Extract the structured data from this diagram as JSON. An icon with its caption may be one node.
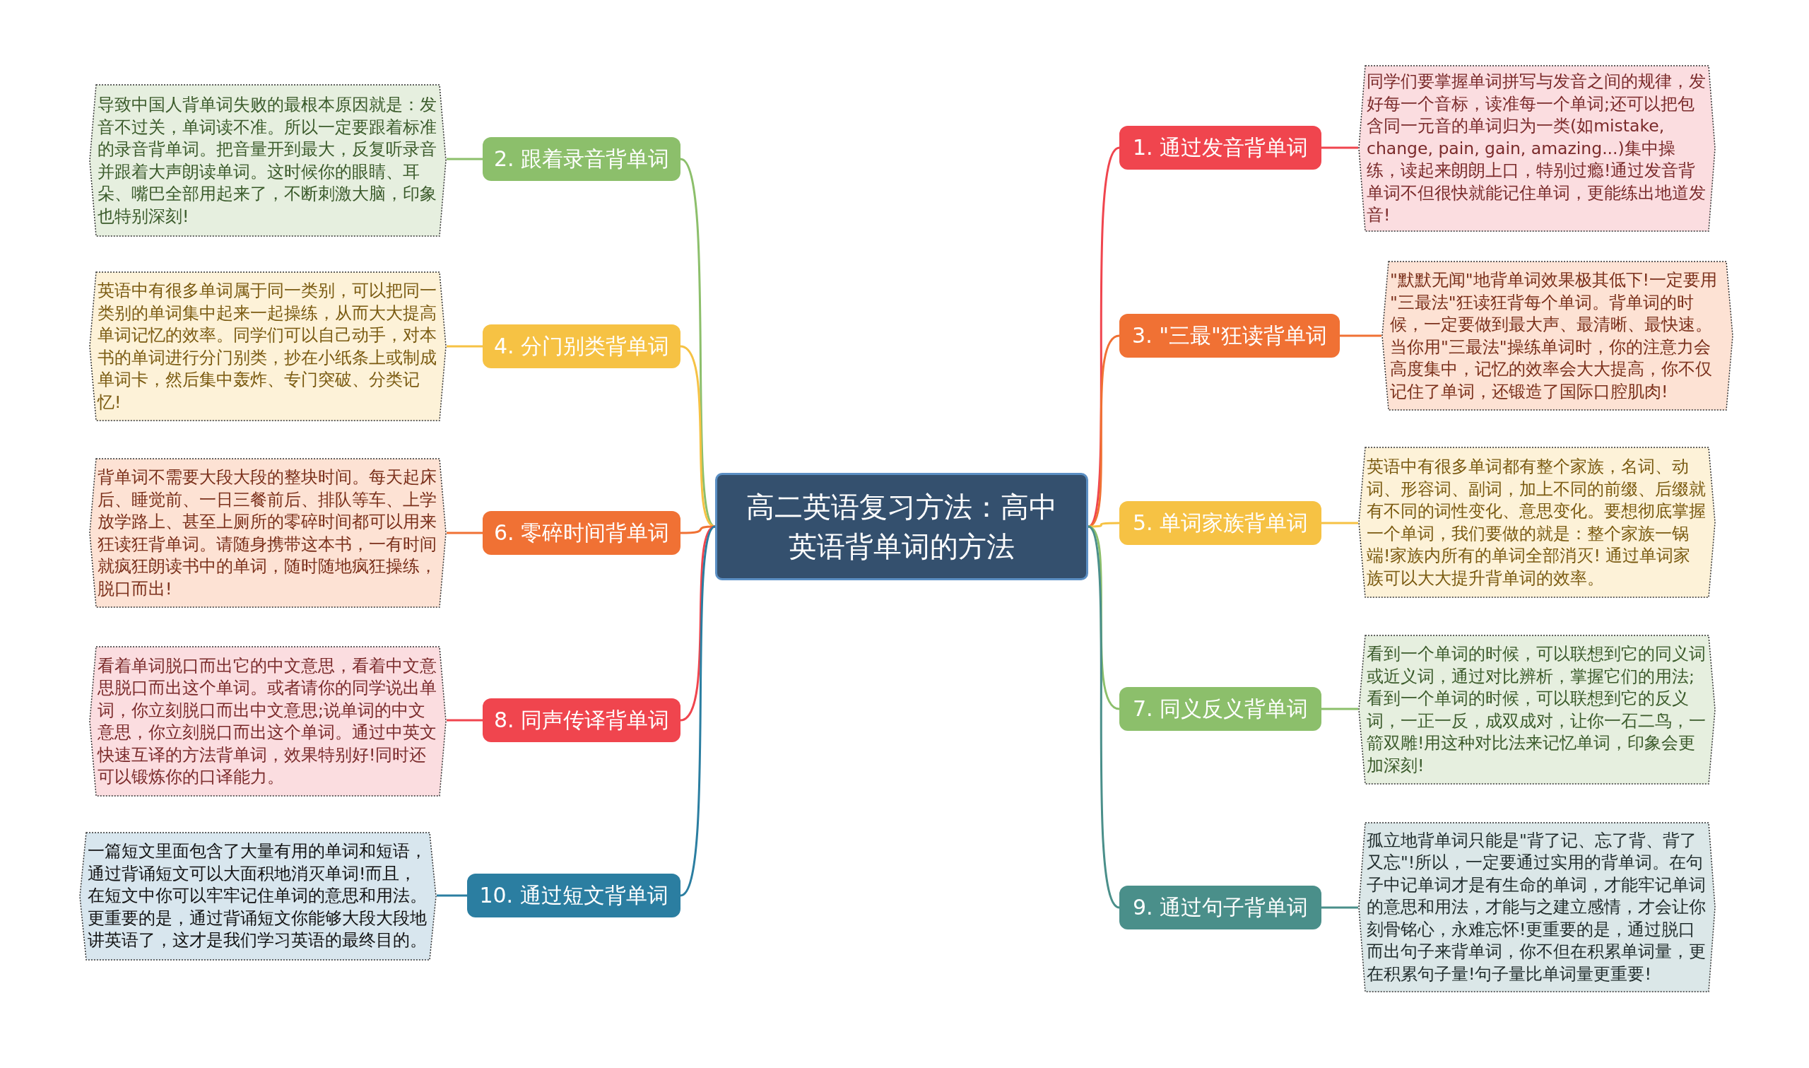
{
  "diagram": {
    "nodes": [
      {
        "text": [
          "高二英语复习方法：高中英语背单词的方法"
        ]
      },
      {
        "text": [
          "1. 通过发音背单词"
        ]
      },
      {
        "text": [
          "同学们要掌握单词拼写与发音之间的规律，发好每一个音标，读准每一个单词;还可以把包含同一元音的单词归为一类(如mistake, change, pain, gain, amazing...)集中操练，读起来朗朗上口，特别过瘾!通过发音背单词不但很快就能记住单词，更能练出地道发音!"
        ]
      },
      {
        "text": [
          "2. 跟着录音背单词"
        ]
      },
      {
        "text": [
          "导致中国人背单词失败的最根本原因就是：发音不过关，单词读不准。所以一定要跟着标准的录音背单词。把音量开到最大，反复听录音并跟着大声朗读单词。这时候你的眼睛、耳朵、嘴巴全部用起来了，不断刺激大脑，印象也特别深刻!"
        ]
      },
      {
        "text": [
          "3. \"三最\"狂读背单词"
        ]
      },
      {
        "text": [
          "\"默默无闻\"地背单词效果极其低下!一定要用 \"三最法\"狂读狂背每个单词。背单词的时候，一定要做到最大声、最清晰、最快速。当你用\"三最法\"操练单词时，你的注意力会高度集中，记忆的效率会大大提高，你不仅记住了单词，还锻造了国际口腔肌肉!"
        ]
      },
      {
        "text": [
          "4. 分门别类背单词"
        ]
      },
      {
        "text": [
          "英语中有很多单词属于同一类别，可以把同一类别的单词集中起来一起操练，从而大大提高单词记忆的效率。同学们可以自己动手，对本书的单词进行分门别类，抄在小纸条上或制成单词卡，然后集中轰炸、专门突破、分类记忆!"
        ]
      },
      {
        "text": [
          "5. 单词家族背单词"
        ]
      },
      {
        "text": [
          "英语中有很多单词都有整个家族，名词、动词、形容词、副词，加上不同的前缀、后缀就有不同的词性变化、意思变化。要想彻底掌握一个单词，我们要做的就是：整个家族一锅端!家族内所有的单词全部消灭! 通过单词家族可以大大提升背单词的效率。"
        ]
      },
      {
        "text": [
          "6. 零碎时间背单词"
        ]
      },
      {
        "text": [
          "背单词不需要大段大段的整块时间。每天起床后、睡觉前、一日三餐前后、排队等车、上学放学路上、甚至上厕所的零碎时间都可以用来狂读狂背单词。请随身携带这本书，一有时间就疯狂朗读书中的单词，随时随地疯狂操练，脱口而出!"
        ]
      },
      {
        "text": [
          "7. 同义反义背单词"
        ]
      },
      {
        "text": [
          "看到一个单词的时候，可以联想到它的同义词或近义词，通过对比辨析，掌握它们的用法;看到一个单词的时候，可以联想到它的反义词，一正一反，成双成对，让你一石二鸟，一箭双雕!用这种对比法来记忆单词，印象会更加深刻!"
        ]
      },
      {
        "text": [
          "8. 同声传译背单词"
        ]
      },
      {
        "text": [
          "看着单词脱口而出它的中文意思，看着中文意思脱口而出这个单词。或者请你的同学说出单词，你立刻脱口而出中文意思;说单词的中文意思，你立刻脱口而出这个单词。通过中英文快速互译的方法背单词，效果特别好!同时还可以锻炼你的口译能力。"
        ]
      },
      {
        "text": [
          "9. 通过句子背单词"
        ]
      },
      {
        "text": [
          "孤立地背单词只能是\"背了记、忘了背、背了又忘\"!所以，一定要通过实用的背单词。在句子中记单词才是有生命的单词，才能牢记单词的意思和用法，才能与之建立感情，才会让你刻骨铭心，永难忘怀!更重要的是，通过脱口而出句子来背单词，你不但在积累单词量，更在积累句子量!句子量比单词量更重要!"
        ]
      },
      {
        "text": [
          "10. 通过短文背单词"
        ]
      },
      {
        "text": [
          "一篇短文里面包含了大量有用的单词和短语，通过背诵短文可以大面积地消灭单词!而且，在短文中你可以牢牢记住单词的意思和用法。更重要的是，通过背诵短文你能够大段大段地讲英语了，这才是我们学习英语的最终目的。"
        ]
      }
    ],
    "edges": [
      {
        "from": 0,
        "to": 1,
        "arrow": "none",
        "color": "#f0454e"
      },
      {
        "from": 1,
        "to": 2,
        "arrow": "none",
        "color": "#f0454e"
      },
      {
        "from": 0,
        "to": 3,
        "arrow": "none",
        "color": "#8cbf6b"
      },
      {
        "from": 3,
        "to": 4,
        "arrow": "none",
        "color": "#8cbf6b"
      },
      {
        "from": 0,
        "to": 5,
        "arrow": "none",
        "color": "#f07134"
      },
      {
        "from": 5,
        "to": 6,
        "arrow": "none",
        "color": "#f07134"
      },
      {
        "from": 0,
        "to": 7,
        "arrow": "none",
        "color": "#f6c244"
      },
      {
        "from": 7,
        "to": 8,
        "arrow": "none",
        "color": "#f6c244"
      },
      {
        "from": 0,
        "to": 9,
        "arrow": "none",
        "color": "#f6c244"
      },
      {
        "from": 9,
        "to": 10,
        "arrow": "none",
        "color": "#f6c244"
      },
      {
        "from": 0,
        "to": 11,
        "arrow": "none",
        "color": "#f07134"
      },
      {
        "from": 11,
        "to": 12,
        "arrow": "none",
        "color": "#f07134"
      },
      {
        "from": 0,
        "to": 13,
        "arrow": "none",
        "color": "#8cbf6b"
      },
      {
        "from": 13,
        "to": 14,
        "arrow": "none",
        "color": "#8cbf6b"
      },
      {
        "from": 0,
        "to": 15,
        "arrow": "none",
        "color": "#f0454e"
      },
      {
        "from": 15,
        "to": 16,
        "arrow": "none",
        "color": "#f0454e"
      },
      {
        "from": 0,
        "to": 17,
        "arrow": "none",
        "color": "#4a8f8a"
      },
      {
        "from": 17,
        "to": 18,
        "arrow": "none",
        "color": "#4a8f8a"
      },
      {
        "from": 0,
        "to": 19,
        "arrow": "none",
        "color": "#2b7ea1"
      },
      {
        "from": 19,
        "to": 20,
        "arrow": "none",
        "color": "#2b7ea1"
      }
    ]
  }
}
